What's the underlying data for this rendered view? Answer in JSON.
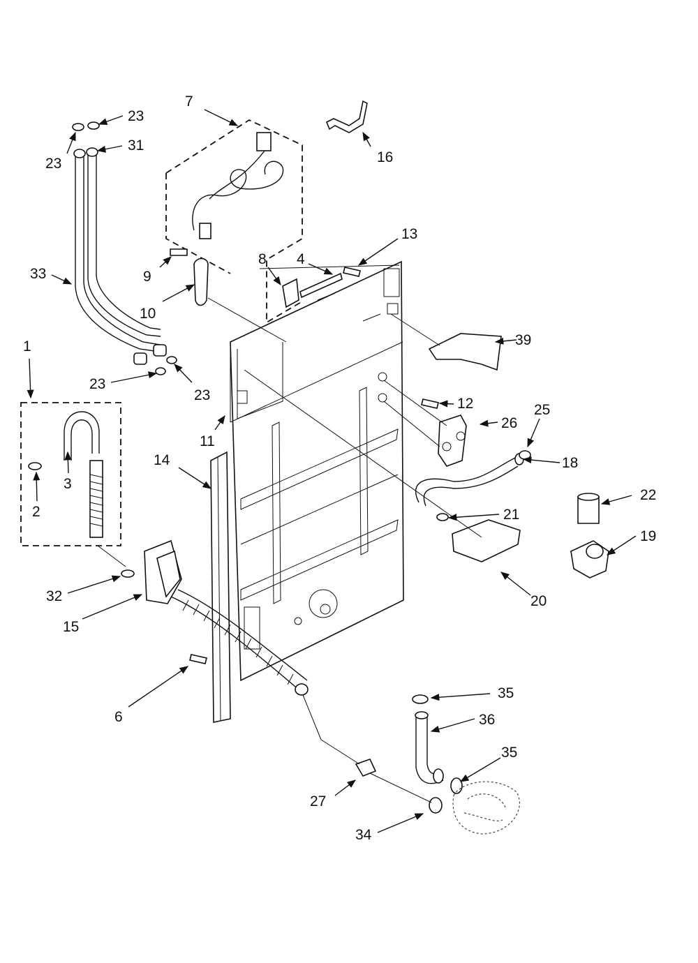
{
  "callouts": {
    "c1": "1",
    "c2": "2",
    "c3": "3",
    "c4": "4",
    "c6": "6",
    "c7": "7",
    "c8": "8",
    "c9": "9",
    "c10": "10",
    "c11": "11",
    "c12": "12",
    "c13": "13",
    "c14": "14",
    "c15": "15",
    "c16": "16",
    "c18": "18",
    "c19": "19",
    "c20": "20",
    "c21": "21",
    "c22": "22",
    "c23a": "23",
    "c23b": "23",
    "c23c": "23",
    "c23d": "23",
    "c25": "25",
    "c26": "26",
    "c27": "27",
    "c31": "31",
    "c32": "32",
    "c33": "33",
    "c34": "34",
    "c35a": "35",
    "c35b": "35",
    "c36": "36",
    "c39": "39"
  }
}
